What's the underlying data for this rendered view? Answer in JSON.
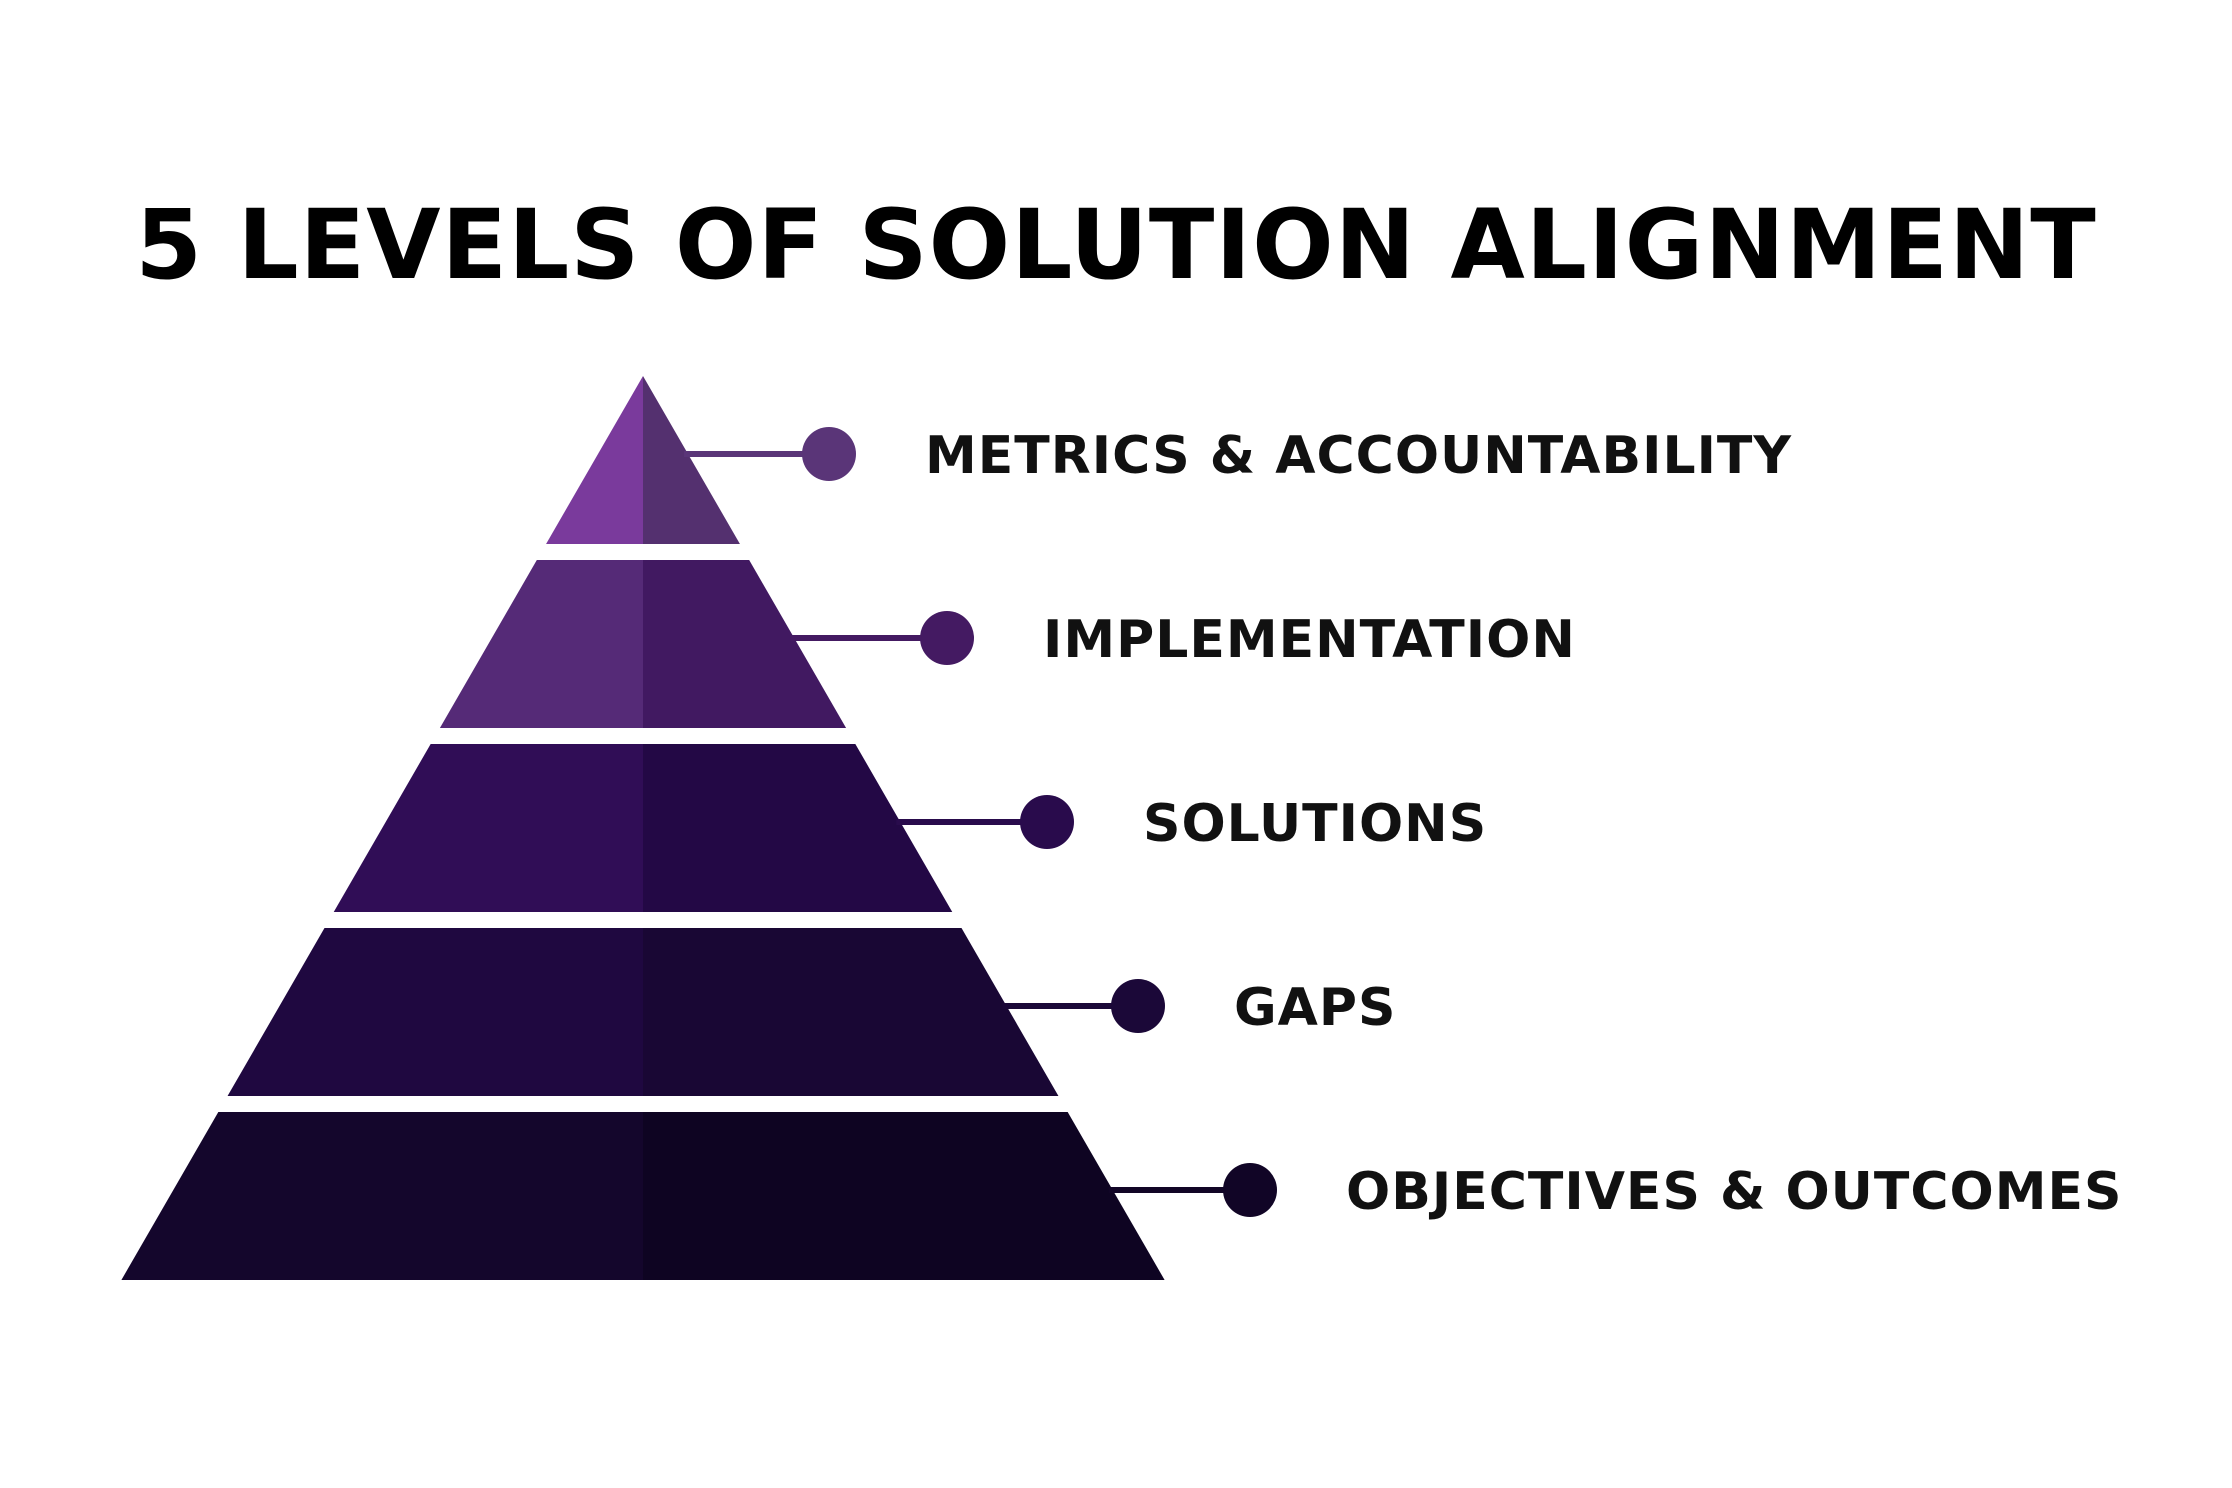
{
  "title": "5 LEVELS OF SOLUTION ALIGNMENT",
  "levels": [
    {
      "label": "METRICS & ACCOUNTABILITY",
      "color_left": "#7a3a9c",
      "color_right": "#54306f",
      "dot_color": "#5a3578"
    },
    {
      "label": "IMPLEMENTATION",
      "color_left": "#552a77",
      "color_right": "#411961",
      "dot_color": "#441a62"
    },
    {
      "label": "SOLUTIONS",
      "color_left": "#300d56",
      "color_right": "#230845",
      "dot_color": "#290b4c"
    },
    {
      "label": "GAPS",
      "color_left": "#1f0840",
      "color_right": "#190734",
      "dot_color": "#1b0838"
    },
    {
      "label": "OBJECTIVES & OUTCOMES",
      "color_left": "#14062c",
      "color_right": "#0e0422",
      "dot_color": "#110526"
    }
  ]
}
